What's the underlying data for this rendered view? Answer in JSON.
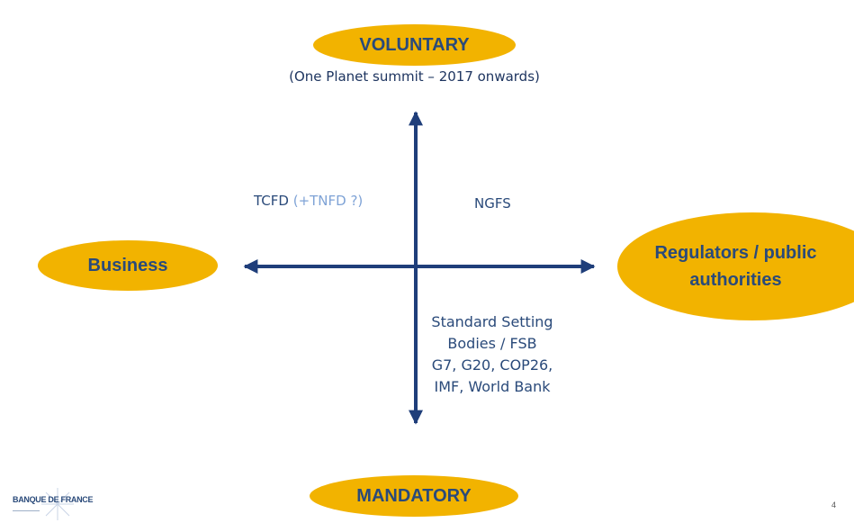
{
  "diagram": {
    "top": {
      "label": "VOLUNTARY",
      "subtitle": "(One Planet summit – 2017 onwards)"
    },
    "bottom": {
      "label": "MANDATORY"
    },
    "left": {
      "label": "Business"
    },
    "right": {
      "line1": "Regulators / public",
      "line2": "authorities"
    },
    "quadrants": {
      "top_left": {
        "main": "TCFD",
        "aside": "(+TNFD ?)"
      },
      "top_right": "NGFS",
      "bottom_right": [
        "Standard Setting",
        "Bodies / FSB",
        "G7, G20, COP26,",
        "IMF, World Bank"
      ]
    }
  },
  "colors": {
    "accent": "#F2B300",
    "text": "#2A4A7A",
    "aside": "#7FA3D6",
    "axis": "#1F3E7A"
  },
  "footer": {
    "logo_text": "BANQUE DE FRANCE",
    "page_number": "4"
  }
}
